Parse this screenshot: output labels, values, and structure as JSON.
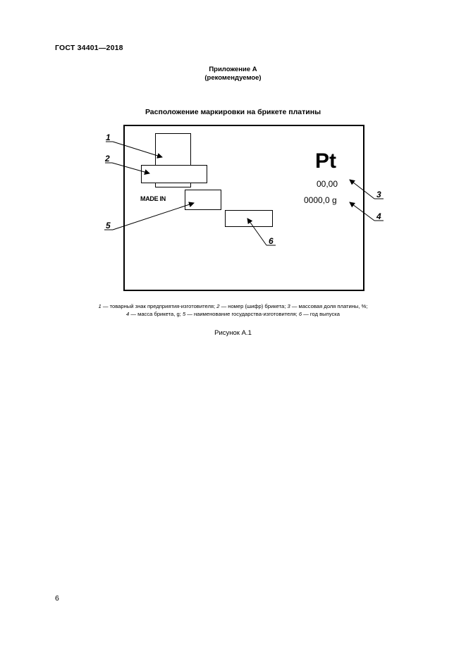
{
  "header": {
    "doc_id": "ГОСТ 34401—2018"
  },
  "appendix": {
    "title": "Приложение А",
    "subtitle": "(рекомендуемое)"
  },
  "figure": {
    "title": "Расположение маркировки на брикете платины",
    "element_text": "Pt",
    "fraction_value": "00,00",
    "mass_value": "0000,0 g",
    "made_in": "MADE IN",
    "callouts": [
      "1",
      "2",
      "3",
      "4",
      "5",
      "6"
    ],
    "legend": [
      {
        "num": "1",
        "text": " — товарный знак предприятия-изготовителя; "
      },
      {
        "num": "2",
        "text": " — номер (шифр) брикета; "
      },
      {
        "num": "3",
        "text": " — массовая доля платины, %;"
      },
      {
        "num": "4",
        "text": " — масса брикета, g; "
      },
      {
        "num": "5",
        "text": " — наименование государства-изготовителя; "
      },
      {
        "num": "6",
        "text": " — год выпуска"
      }
    ],
    "label": "Рисунок А.1"
  },
  "page": {
    "number": "6"
  }
}
